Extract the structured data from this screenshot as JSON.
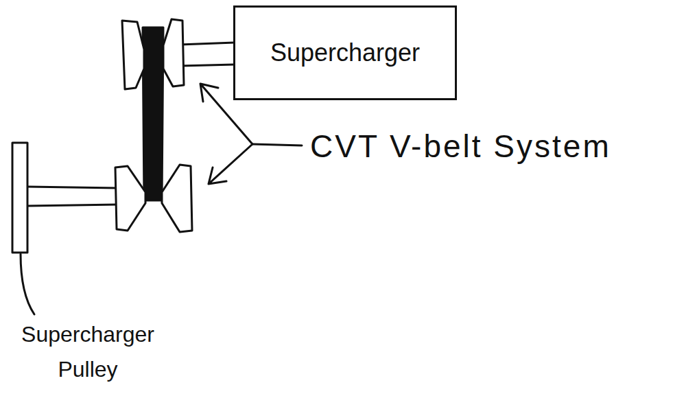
{
  "diagram": {
    "nodes": [
      {
        "text": [
          "Supercharger"
        ]
      }
    ],
    "labels": [
      "CVT V-belt System",
      "Supercharger Pulley"
    ]
  }
}
